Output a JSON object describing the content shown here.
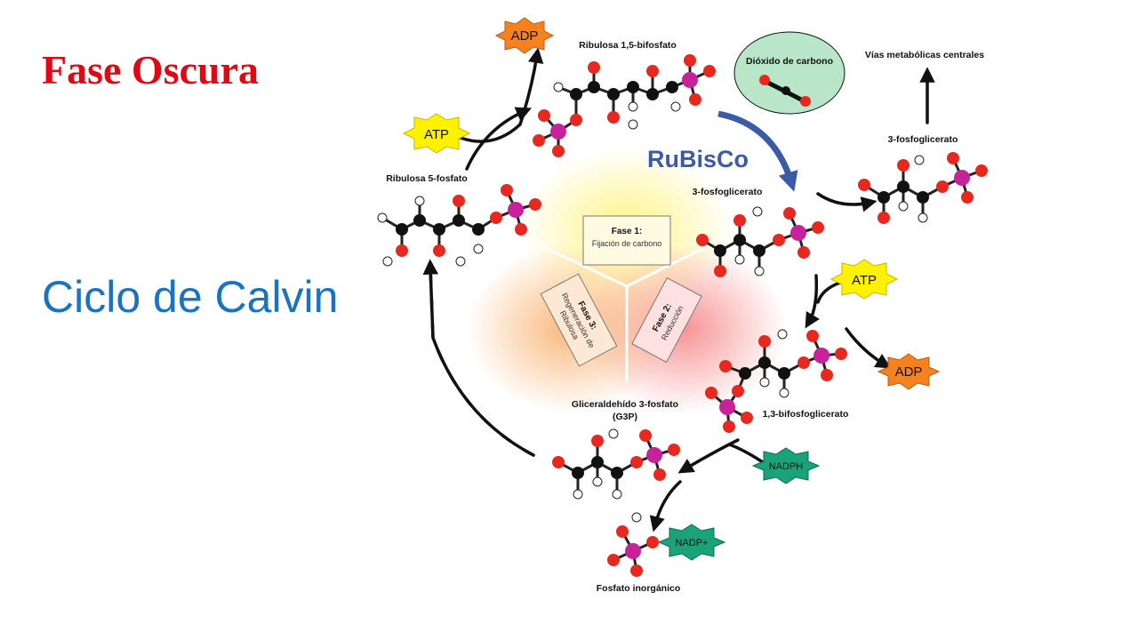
{
  "title": "Fase Oscura",
  "subtitle": "Ciclo de Calvin",
  "diagram": {
    "enzyme": "RuBisCo",
    "co2_label": "Dióxido de carbono",
    "central_pathways": "Vías metabólicas centrales",
    "molecules": {
      "rubp": "Ribulosa 1,5-bifosfato",
      "ru5p": "Ribulosa 5-fosfato",
      "pga_center": "3-fosfoglicerato",
      "pga_right": "3-fosfoglicerato",
      "bpg": "1,3-bifosfoglicerato",
      "g3p_line1": "Gliceraldehído 3-fosfato",
      "g3p_line2": "(G3P)",
      "pi": "Fosfato inorgánico"
    },
    "cofactors": {
      "adp_top": "ADP",
      "atp_left": "ATP",
      "atp_right": "ATP",
      "adp_right": "ADP",
      "nadph": "NADPH",
      "nadp": "NADP+"
    },
    "phases": {
      "p1_title": "Fase 1:",
      "p1_sub": "Fijación de carbono",
      "p2_title": "Fase 2:",
      "p2_sub": "Reducción",
      "p3_title": "Fase 3:",
      "p3_sub1": "Regeneración de",
      "p3_sub2": "Ribulosa"
    },
    "colors": {
      "oxygen": "#e8281f",
      "carbon": "#111111",
      "phosphorus": "#c8229a",
      "atp": "#fff200",
      "adp": "#f5821f",
      "nadph": "#1aa37a",
      "rubisco": "#3b5aa8",
      "co2_bubble": "#b9e6c8",
      "phase1": "#fff27a",
      "phase2": "#f47a7a",
      "phase3": "#f8a65a"
    }
  }
}
